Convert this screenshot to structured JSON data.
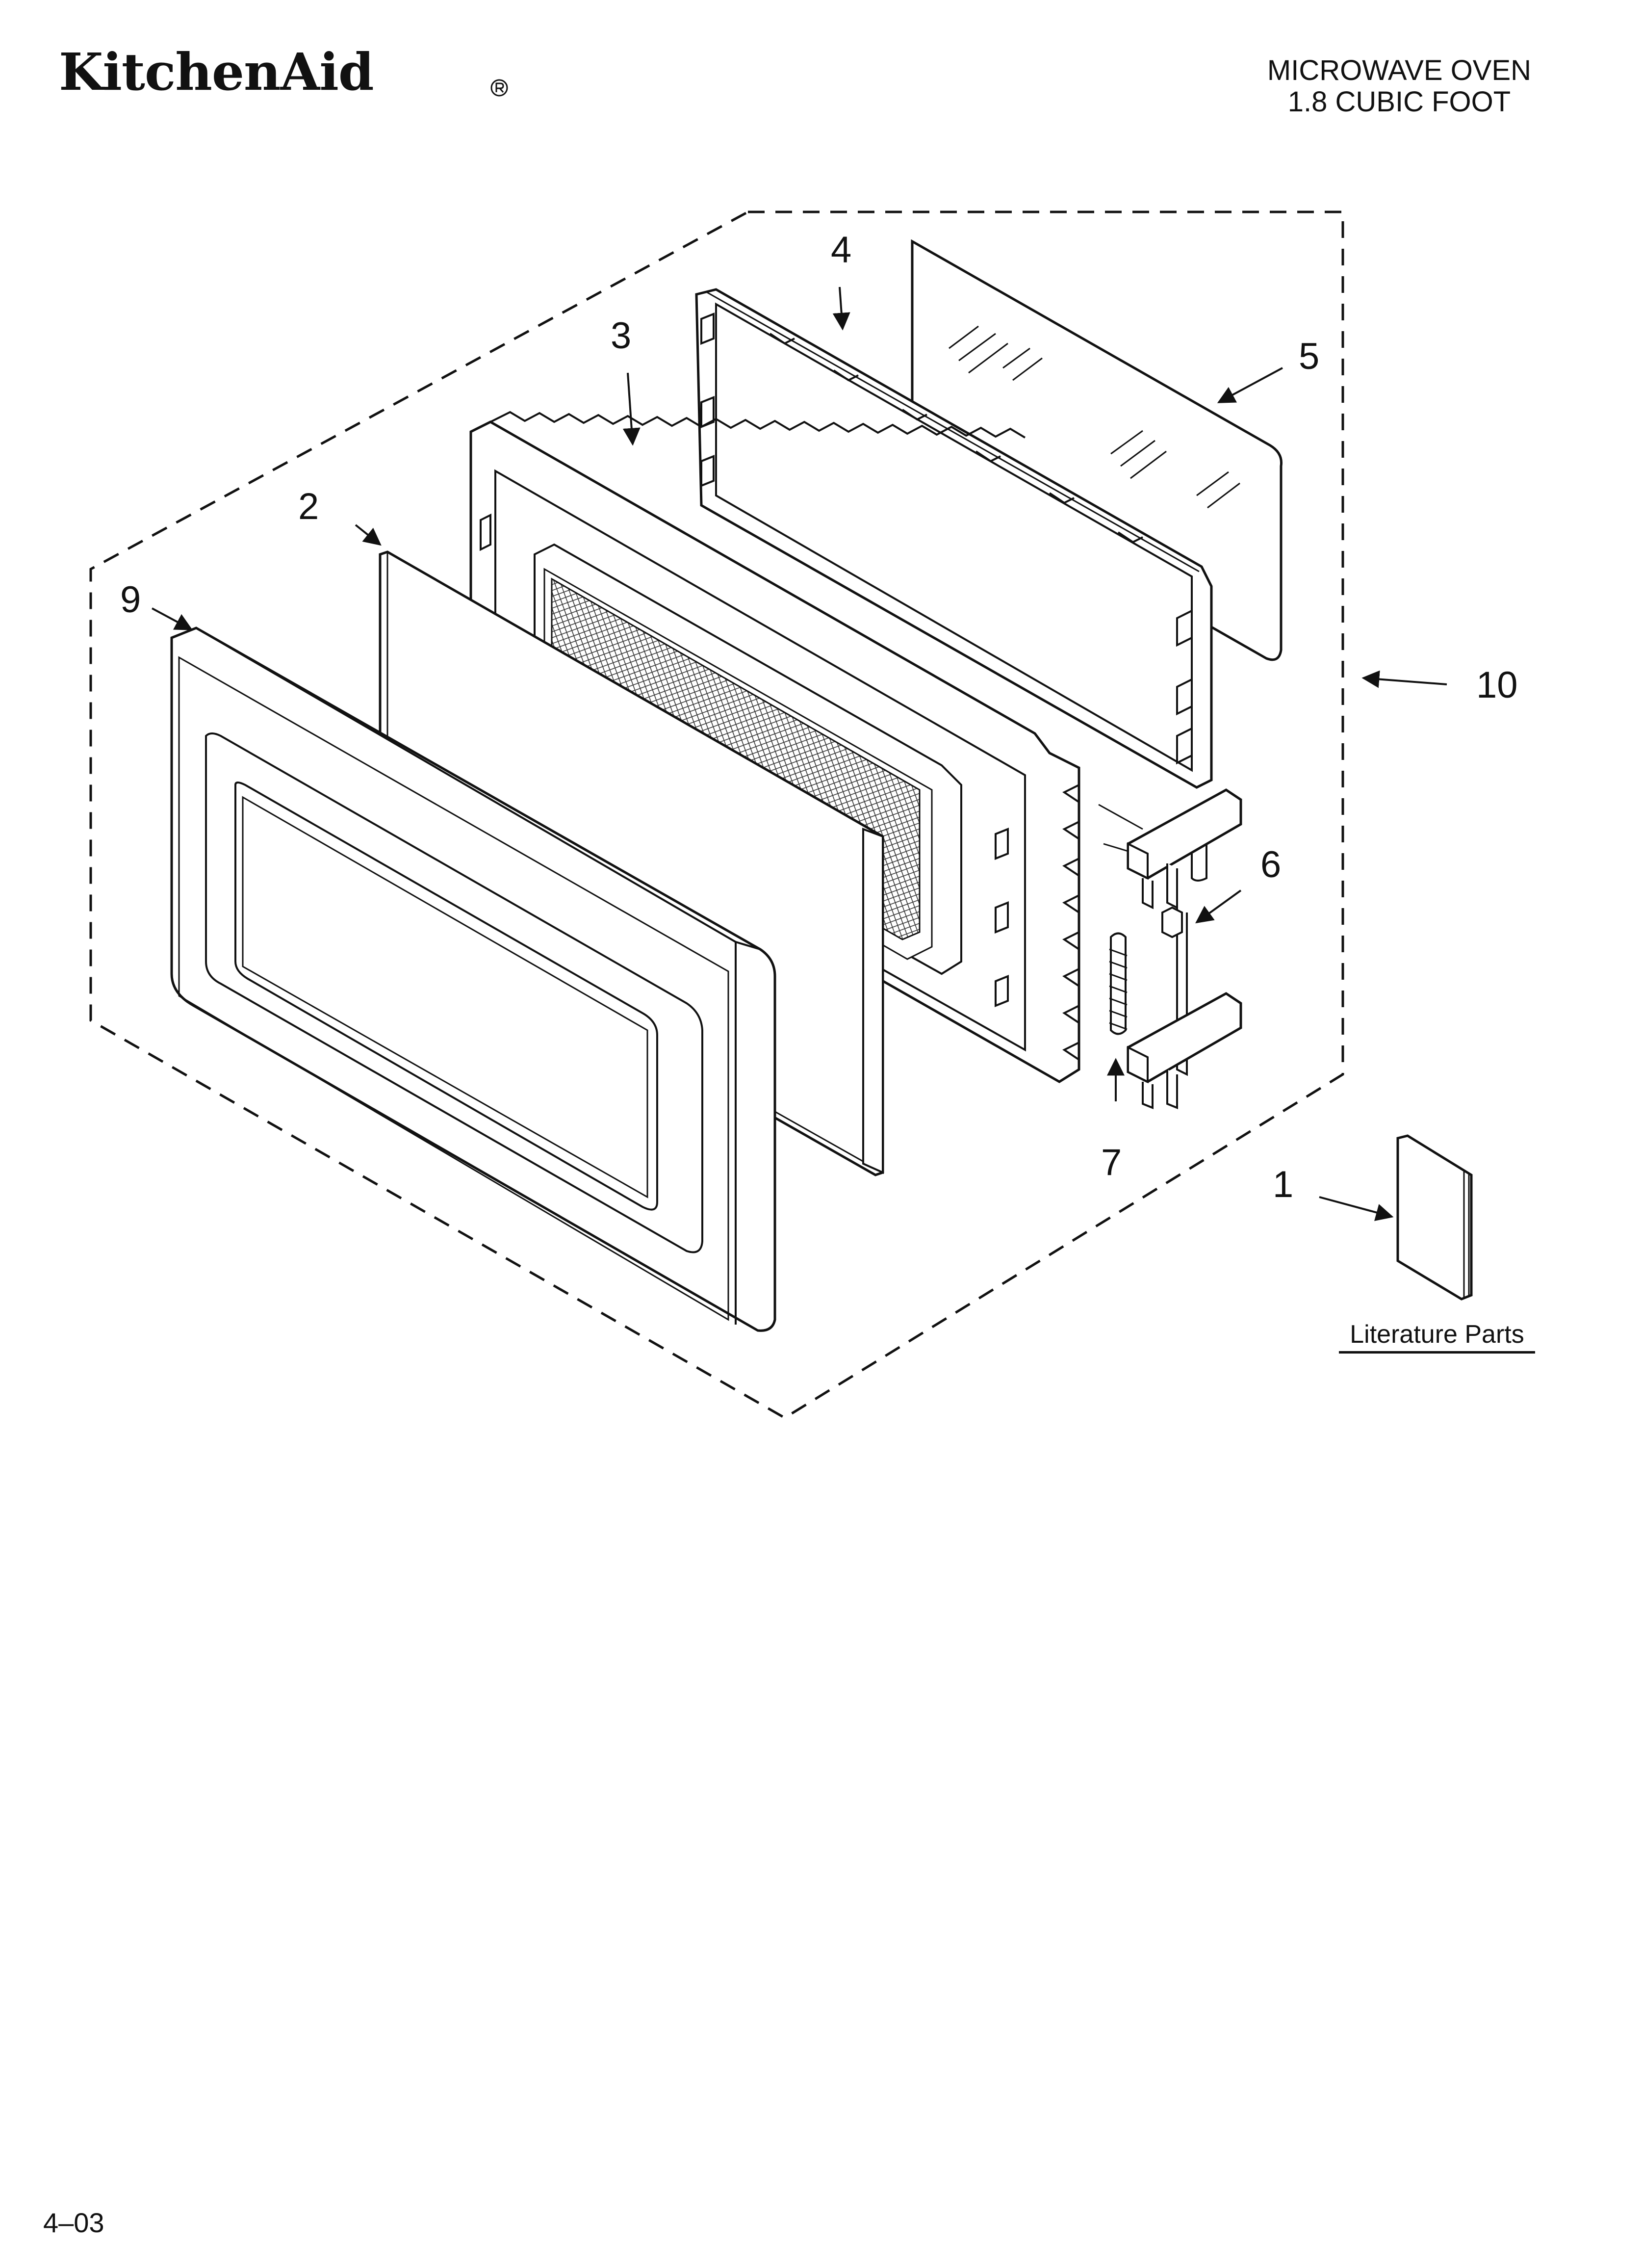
{
  "header": {
    "brand": "KitchenAid",
    "product_line1": "MICROWAVE OVEN",
    "product_line2": "1.8 CUBIC FOOT"
  },
  "callouts": {
    "c1": "1",
    "c2": "2",
    "c3": "3",
    "c4": "4",
    "c5": "5",
    "c6": "6",
    "c7": "7",
    "c9": "9",
    "c10": "10"
  },
  "literature_label": "Literature Parts",
  "footer": {
    "page_code": "4–03"
  }
}
